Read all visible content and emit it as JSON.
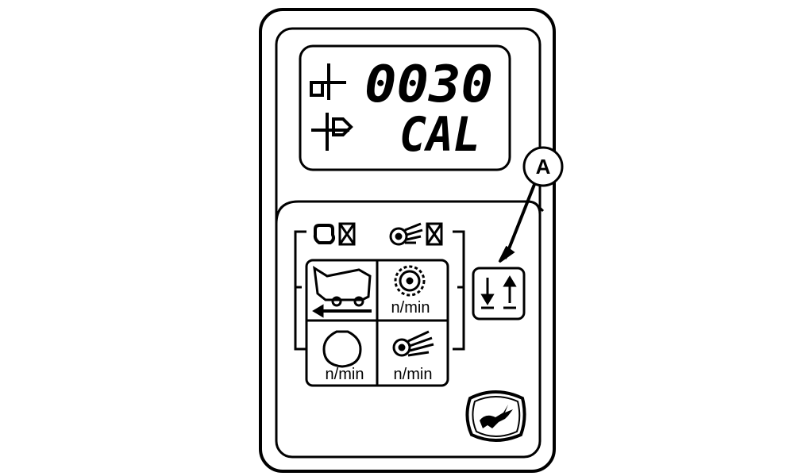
{
  "display": {
    "counter_value": "0030",
    "mode_text": "CAL"
  },
  "callout": {
    "label": "A"
  },
  "gauges": {
    "speed_unit_top": "n/min",
    "speed_unit_bottom_left": "n/min",
    "speed_unit_bottom_right": "n/min"
  },
  "icons": [
    "bale-counter-icon",
    "bale-eject-icon",
    "engine-disabled-icon",
    "pickup-disabled-icon",
    "baler-ground-speed-icon",
    "rotor-speed-icon",
    "pto-speed-icon",
    "pickup-speed-icon",
    "scroll-up-down-icon",
    "deere-logo"
  ],
  "colors": {
    "ink": "#000000",
    "background": "#ffffff"
  }
}
